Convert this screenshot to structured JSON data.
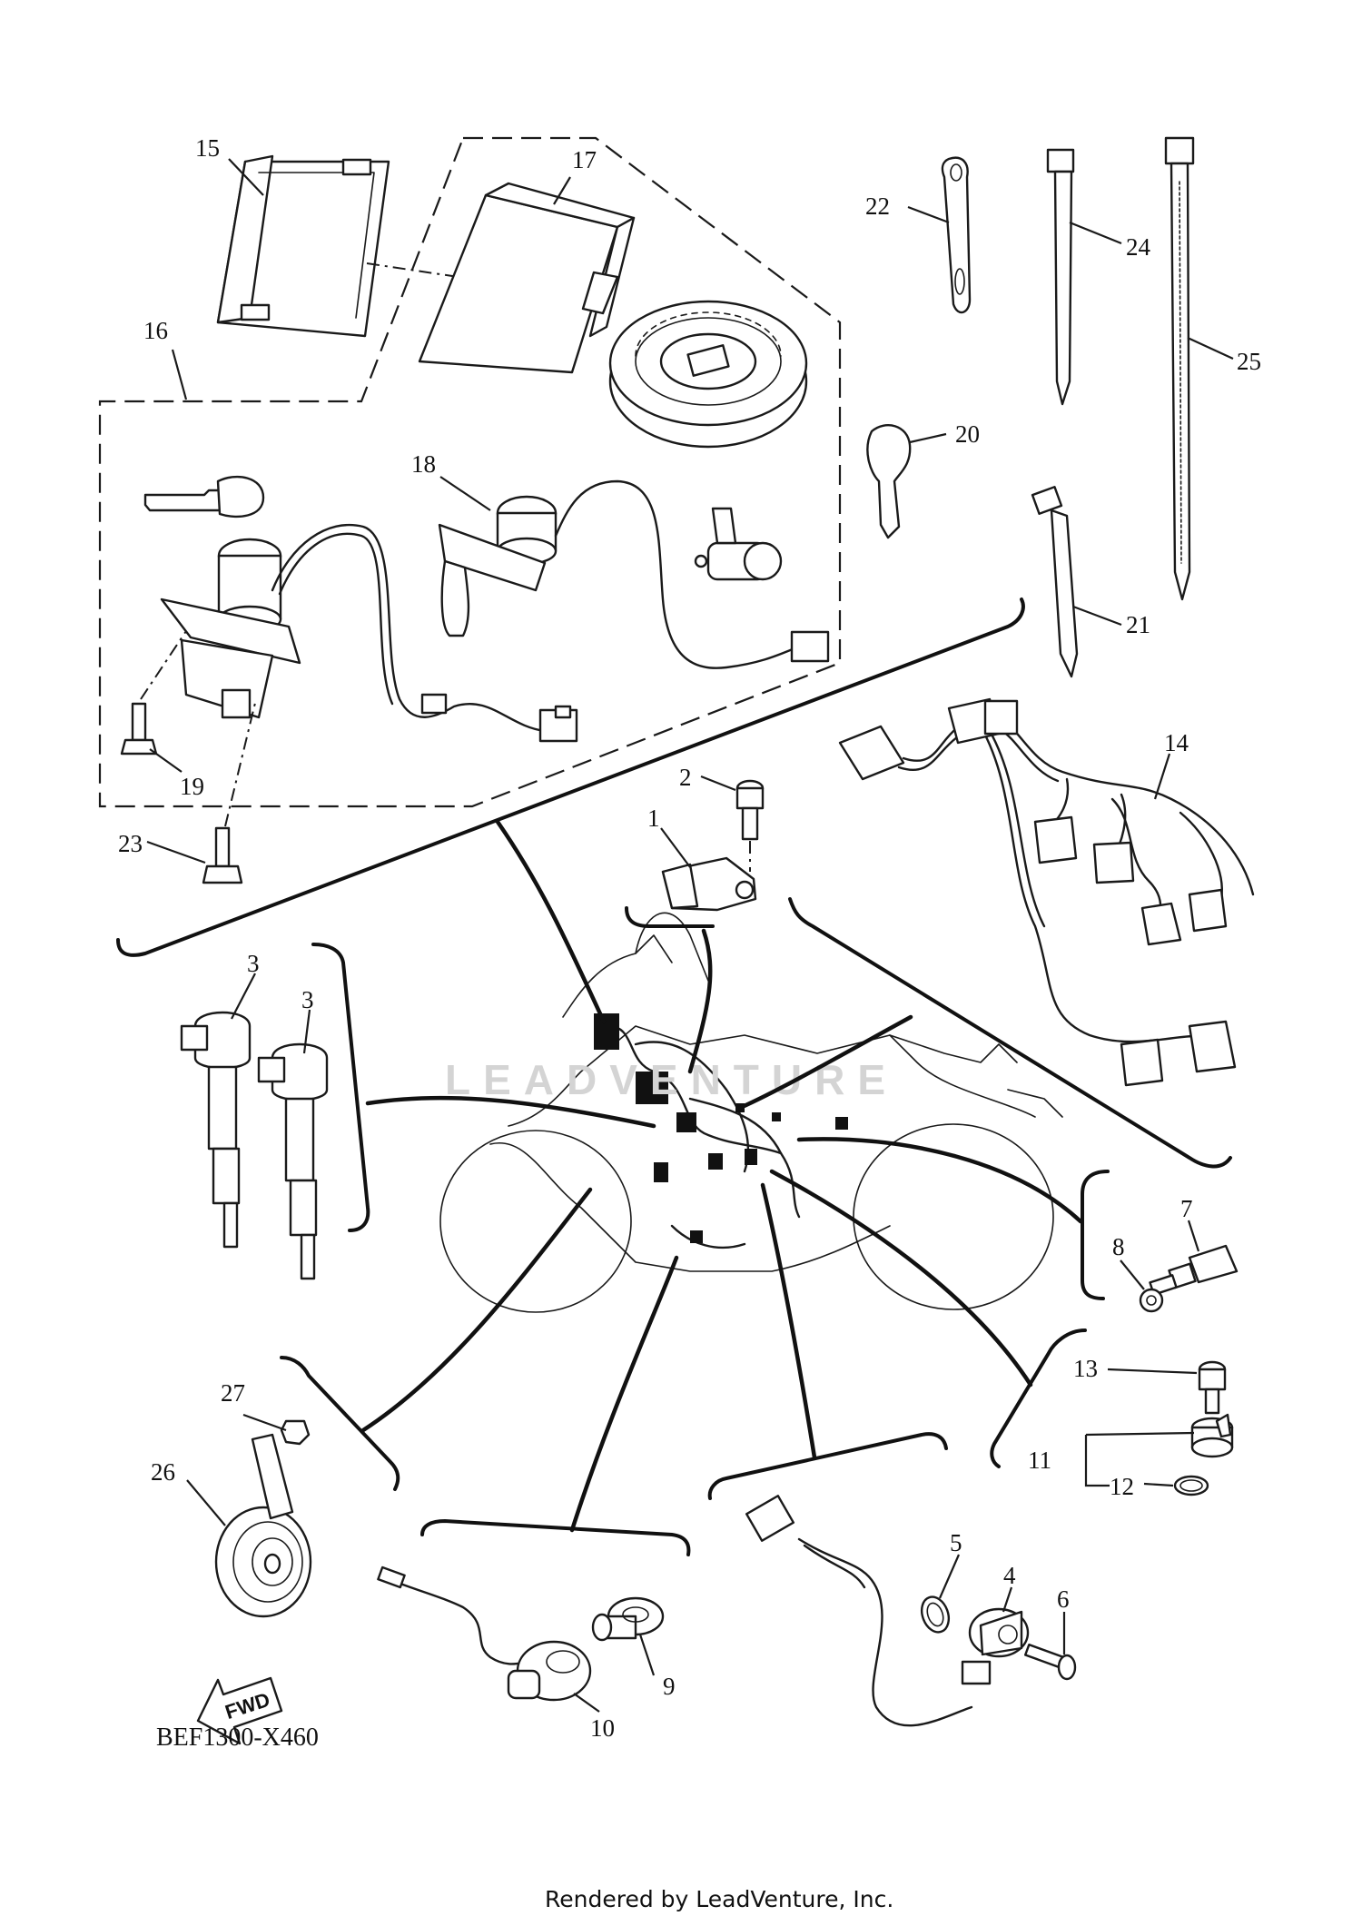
{
  "diagram_code": "BEF1300-X460",
  "watermark": "LEADVENTURE",
  "footer": "Rendered by LeadVenture, Inc.",
  "fwd_label": "FWD",
  "callouts": {
    "c1": "1",
    "c2": "2",
    "c3a": "3",
    "c3b": "3",
    "c4": "4",
    "c5": "5",
    "c6": "6",
    "c7": "7",
    "c8": "8",
    "c9": "9",
    "c10": "10",
    "c11": "11",
    "c12": "12",
    "c13": "13",
    "c14": "14",
    "c15": "15",
    "c16": "16",
    "c17": "17",
    "c18": "18",
    "c19": "19",
    "c20": "20",
    "c21": "21",
    "c22": "22",
    "c23": "23",
    "c24": "24",
    "c25": "25",
    "c26": "26",
    "c27": "27"
  }
}
